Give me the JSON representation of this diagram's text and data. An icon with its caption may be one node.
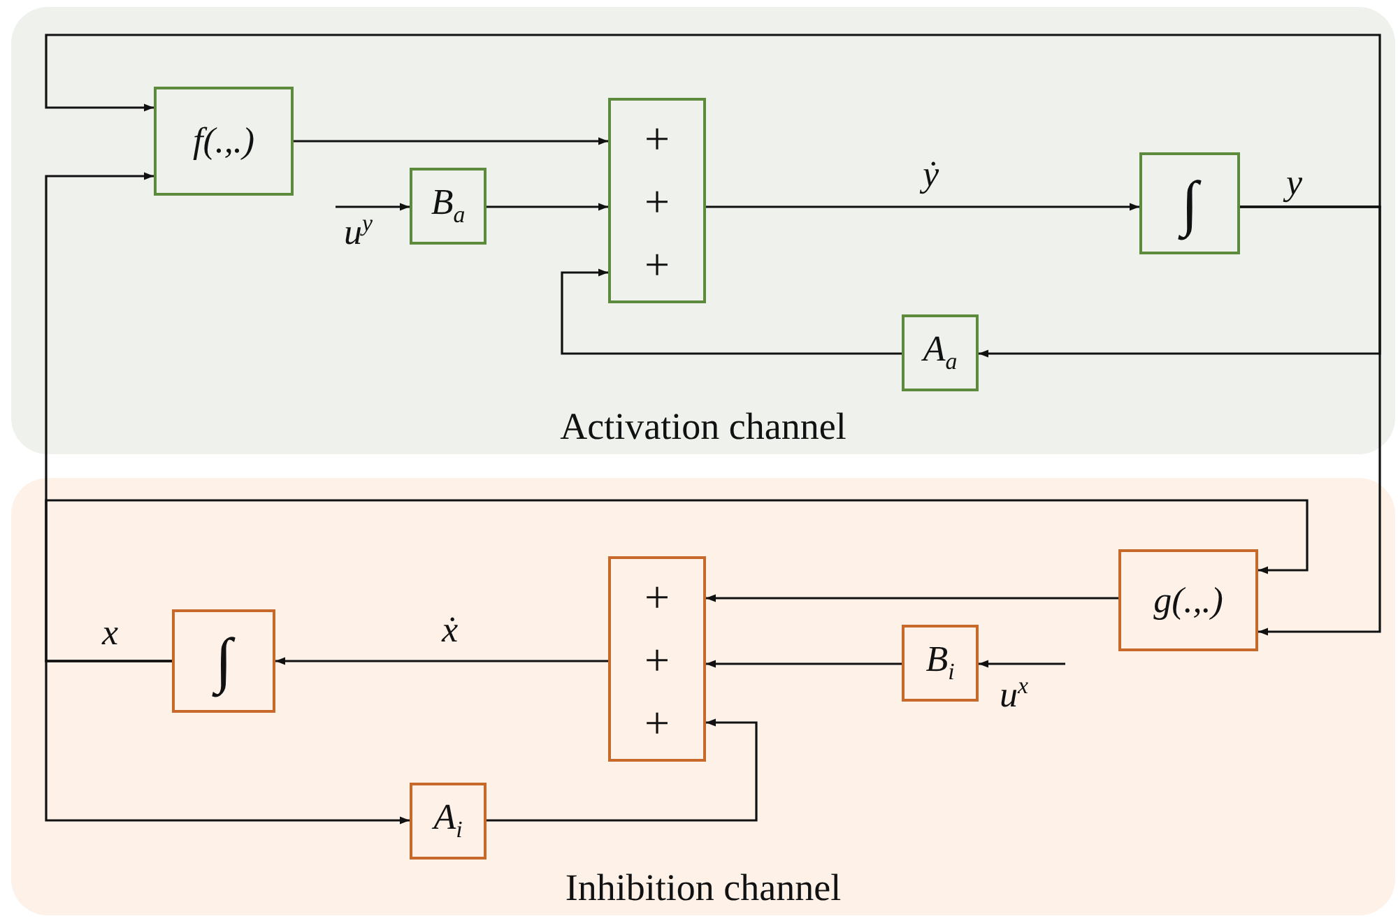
{
  "diagram": {
    "nodes": [
      {
        "text": [
          "Activation channel"
        ]
      },
      {
        "text": [
          "f(.,.)"
        ],
        "in": 0
      },
      {
        "text": [
          "B$_{a}$"
        ],
        "in": 0
      },
      {
        "text": [
          "+",
          "+",
          "+"
        ],
        "in": 0
      },
      {
        "text": [
          "∫"
        ],
        "in": 0
      },
      {
        "text": [
          "A$_{a}$"
        ],
        "in": 0
      },
      {
        "text": [
          "Inhibition channel"
        ]
      },
      {
        "text": [
          "g(.,.)"
        ],
        "in": 6
      },
      {
        "text": [
          "+",
          "+",
          "+"
        ],
        "in": 6
      },
      {
        "text": [
          "B$_{i}$"
        ],
        "in": 6
      },
      {
        "text": [
          "∫"
        ],
        "in": 6
      },
      {
        "text": [
          "A$_{i}$"
        ],
        "in": 6
      }
    ],
    "edges": [
      {
        "from": 1,
        "to": 3,
        "arrow": "to"
      },
      {
        "from": null,
        "to": 2,
        "arrow": "to",
        "label": "u$^{y}$"
      },
      {
        "from": 2,
        "to": 3,
        "arrow": "to"
      },
      {
        "from": 5,
        "to": 3,
        "arrow": "to"
      },
      {
        "from": 3,
        "to": 4,
        "arrow": "to",
        "label": "ẏ"
      },
      {
        "from": 4,
        "to": 5,
        "arrow": "to"
      },
      {
        "from": 4,
        "to": 1,
        "arrow": "to"
      },
      {
        "from": 4,
        "to": 7,
        "arrow": "to"
      },
      {
        "from": 7,
        "to": 8,
        "arrow": "to"
      },
      {
        "from": null,
        "to": 9,
        "arrow": "to",
        "label": "u$^{x}$"
      },
      {
        "from": 9,
        "to": 8,
        "arrow": "to"
      },
      {
        "from": 11,
        "to": 8,
        "arrow": "to"
      },
      {
        "from": 8,
        "to": 10,
        "arrow": "to",
        "label": "ẋ"
      },
      {
        "from": 10,
        "to": 1,
        "arrow": "to"
      },
      {
        "from": 10,
        "to": 7,
        "arrow": "to"
      },
      {
        "from": 10,
        "to": 11,
        "arrow": "to"
      }
    ],
    "labels": [
      "y",
      "x"
    ]
  }
}
